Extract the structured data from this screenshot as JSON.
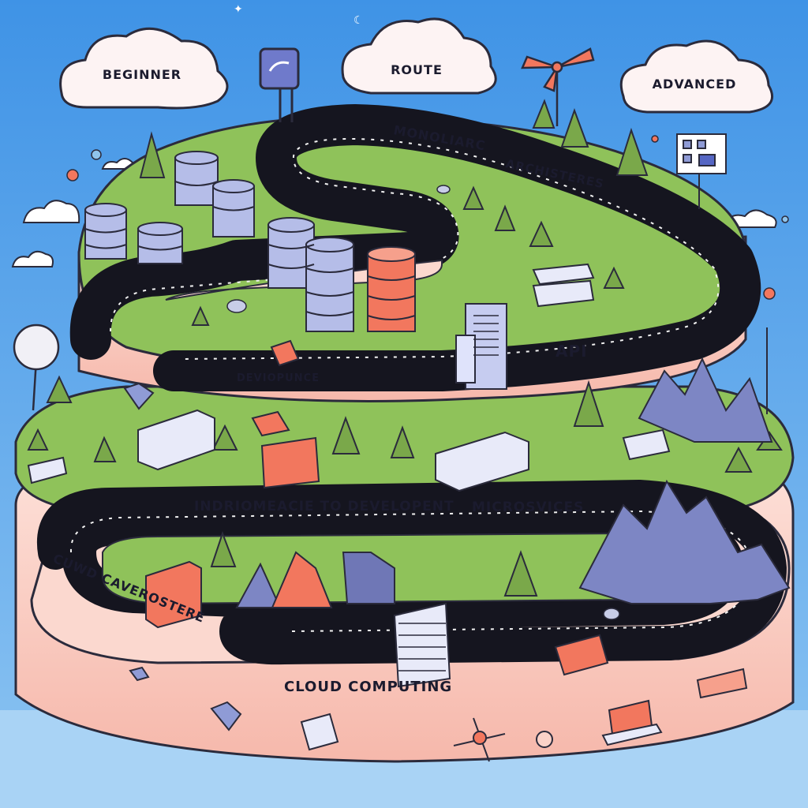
{
  "clouds": {
    "beginner": "BEGINNER",
    "route": "ROUTE",
    "advanced": "ADVANCED"
  },
  "road_labels": {
    "monolithic": "MONOLIARC",
    "architectures": "ARCHISTERES",
    "api": "API",
    "development": "DEVIOPUNCE",
    "intro_development": "INDRIOMEACIE TO DEVELOPENT",
    "microservices": "MICROSVICES",
    "cloud_cave": "CUWD CAVEROSTERE",
    "cloud_computing": "CLOUD COMPUTING"
  },
  "colors": {
    "sky": "#4f9fe8",
    "grass": "#8fc25a",
    "road": "#15151f",
    "plateau_side": "#fbd2c8",
    "accent_coral": "#f2775e",
    "server_blue": "#8f9bd6"
  },
  "icons": [
    "database-icon",
    "server-icon",
    "tree-icon",
    "mountain-icon",
    "signpost-icon",
    "windmill-icon",
    "drone-icon",
    "laptop-icon"
  ]
}
